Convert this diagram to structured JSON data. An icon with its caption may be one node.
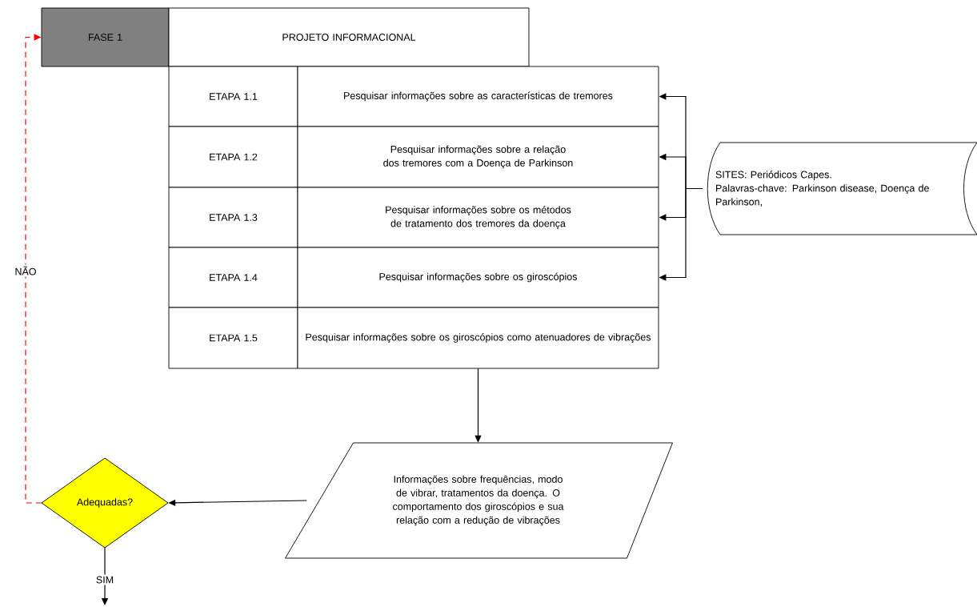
{
  "diagram": {
    "nodes": [
      {
        "text": [
          "FASE 1"
        ]
      },
      {
        "text": [
          "PROJETO INFORMACIONAL"
        ]
      },
      {
        "text": [
          "ETAPA 1.1"
        ]
      },
      {
        "text": [
          "Pesquisar informações sobre as características de tremores"
        ]
      },
      {
        "text": [
          "ETAPA 1.2"
        ]
      },
      {
        "text": [
          "Pesquisar informações sobre a relação dos tremores com a Doença de Parkinson"
        ]
      },
      {
        "text": [
          "ETAPA 1.3"
        ]
      },
      {
        "text": [
          "Pesquisar informações sobre os métodos de tratamento dos tremores da doença"
        ]
      },
      {
        "text": [
          "ETAPA 1.4"
        ]
      },
      {
        "text": [
          "Pesquisar informações sobre os giroscópios"
        ]
      },
      {
        "text": [
          "ETAPA 1.5"
        ]
      },
      {
        "text": [
          "Pesquisar informações sobre os giroscópios como atenuadores de vibrações"
        ]
      },
      {
        "text": [
          "SITES: Periódicos Capes.",
          "Palavras-chave: Parkinson disease, Doença de Parkinson,"
        ]
      },
      {
        "text": [
          "Informações sobre frequências, modo de vibrar, tratamentos da doença. O comportamento dos giroscópios e sua relação com a redução de vibrações"
        ]
      },
      {
        "text": [
          "Adequadas?"
        ]
      }
    ],
    "edges": [
      {
        "from": 12,
        "to": 3,
        "arrow": "to"
      },
      {
        "from": 12,
        "to": 5,
        "arrow": "to"
      },
      {
        "from": 12,
        "to": 7,
        "arrow": "to"
      },
      {
        "from": 12,
        "to": 9,
        "arrow": "to"
      },
      {
        "from": 11,
        "to": 13,
        "arrow": "to"
      },
      {
        "from": 13,
        "to": 14,
        "arrow": "to"
      },
      {
        "from": 14,
        "to": 0,
        "arrow": "to",
        "label": "NÃO",
        "style": "dashed",
        "color": "#ff0000"
      },
      {
        "from": 14,
        "to": null,
        "arrow": "to",
        "label": "SIM"
      }
    ]
  }
}
